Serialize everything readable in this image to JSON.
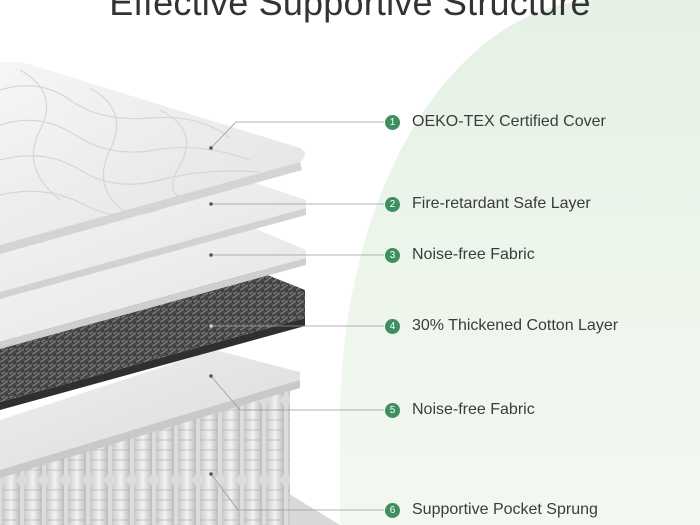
{
  "title": "Effective Supportive Structure",
  "colors": {
    "accent": "#3f8e5f",
    "panel": "#e9f4e8",
    "text": "#3c3c3c"
  },
  "layers": [
    {
      "number": "1",
      "label": "OEKO-TEX Certified Cover"
    },
    {
      "number": "2",
      "label": "Fire-retardant Safe Layer"
    },
    {
      "number": "3",
      "label": "Noise-free Fabric"
    },
    {
      "number": "4",
      "label": "30% Thickened Cotton Layer"
    },
    {
      "number": "5",
      "label": "Noise-free Fabric"
    },
    {
      "number": "6",
      "label": "Supportive Pocket Sprung"
    }
  ]
}
